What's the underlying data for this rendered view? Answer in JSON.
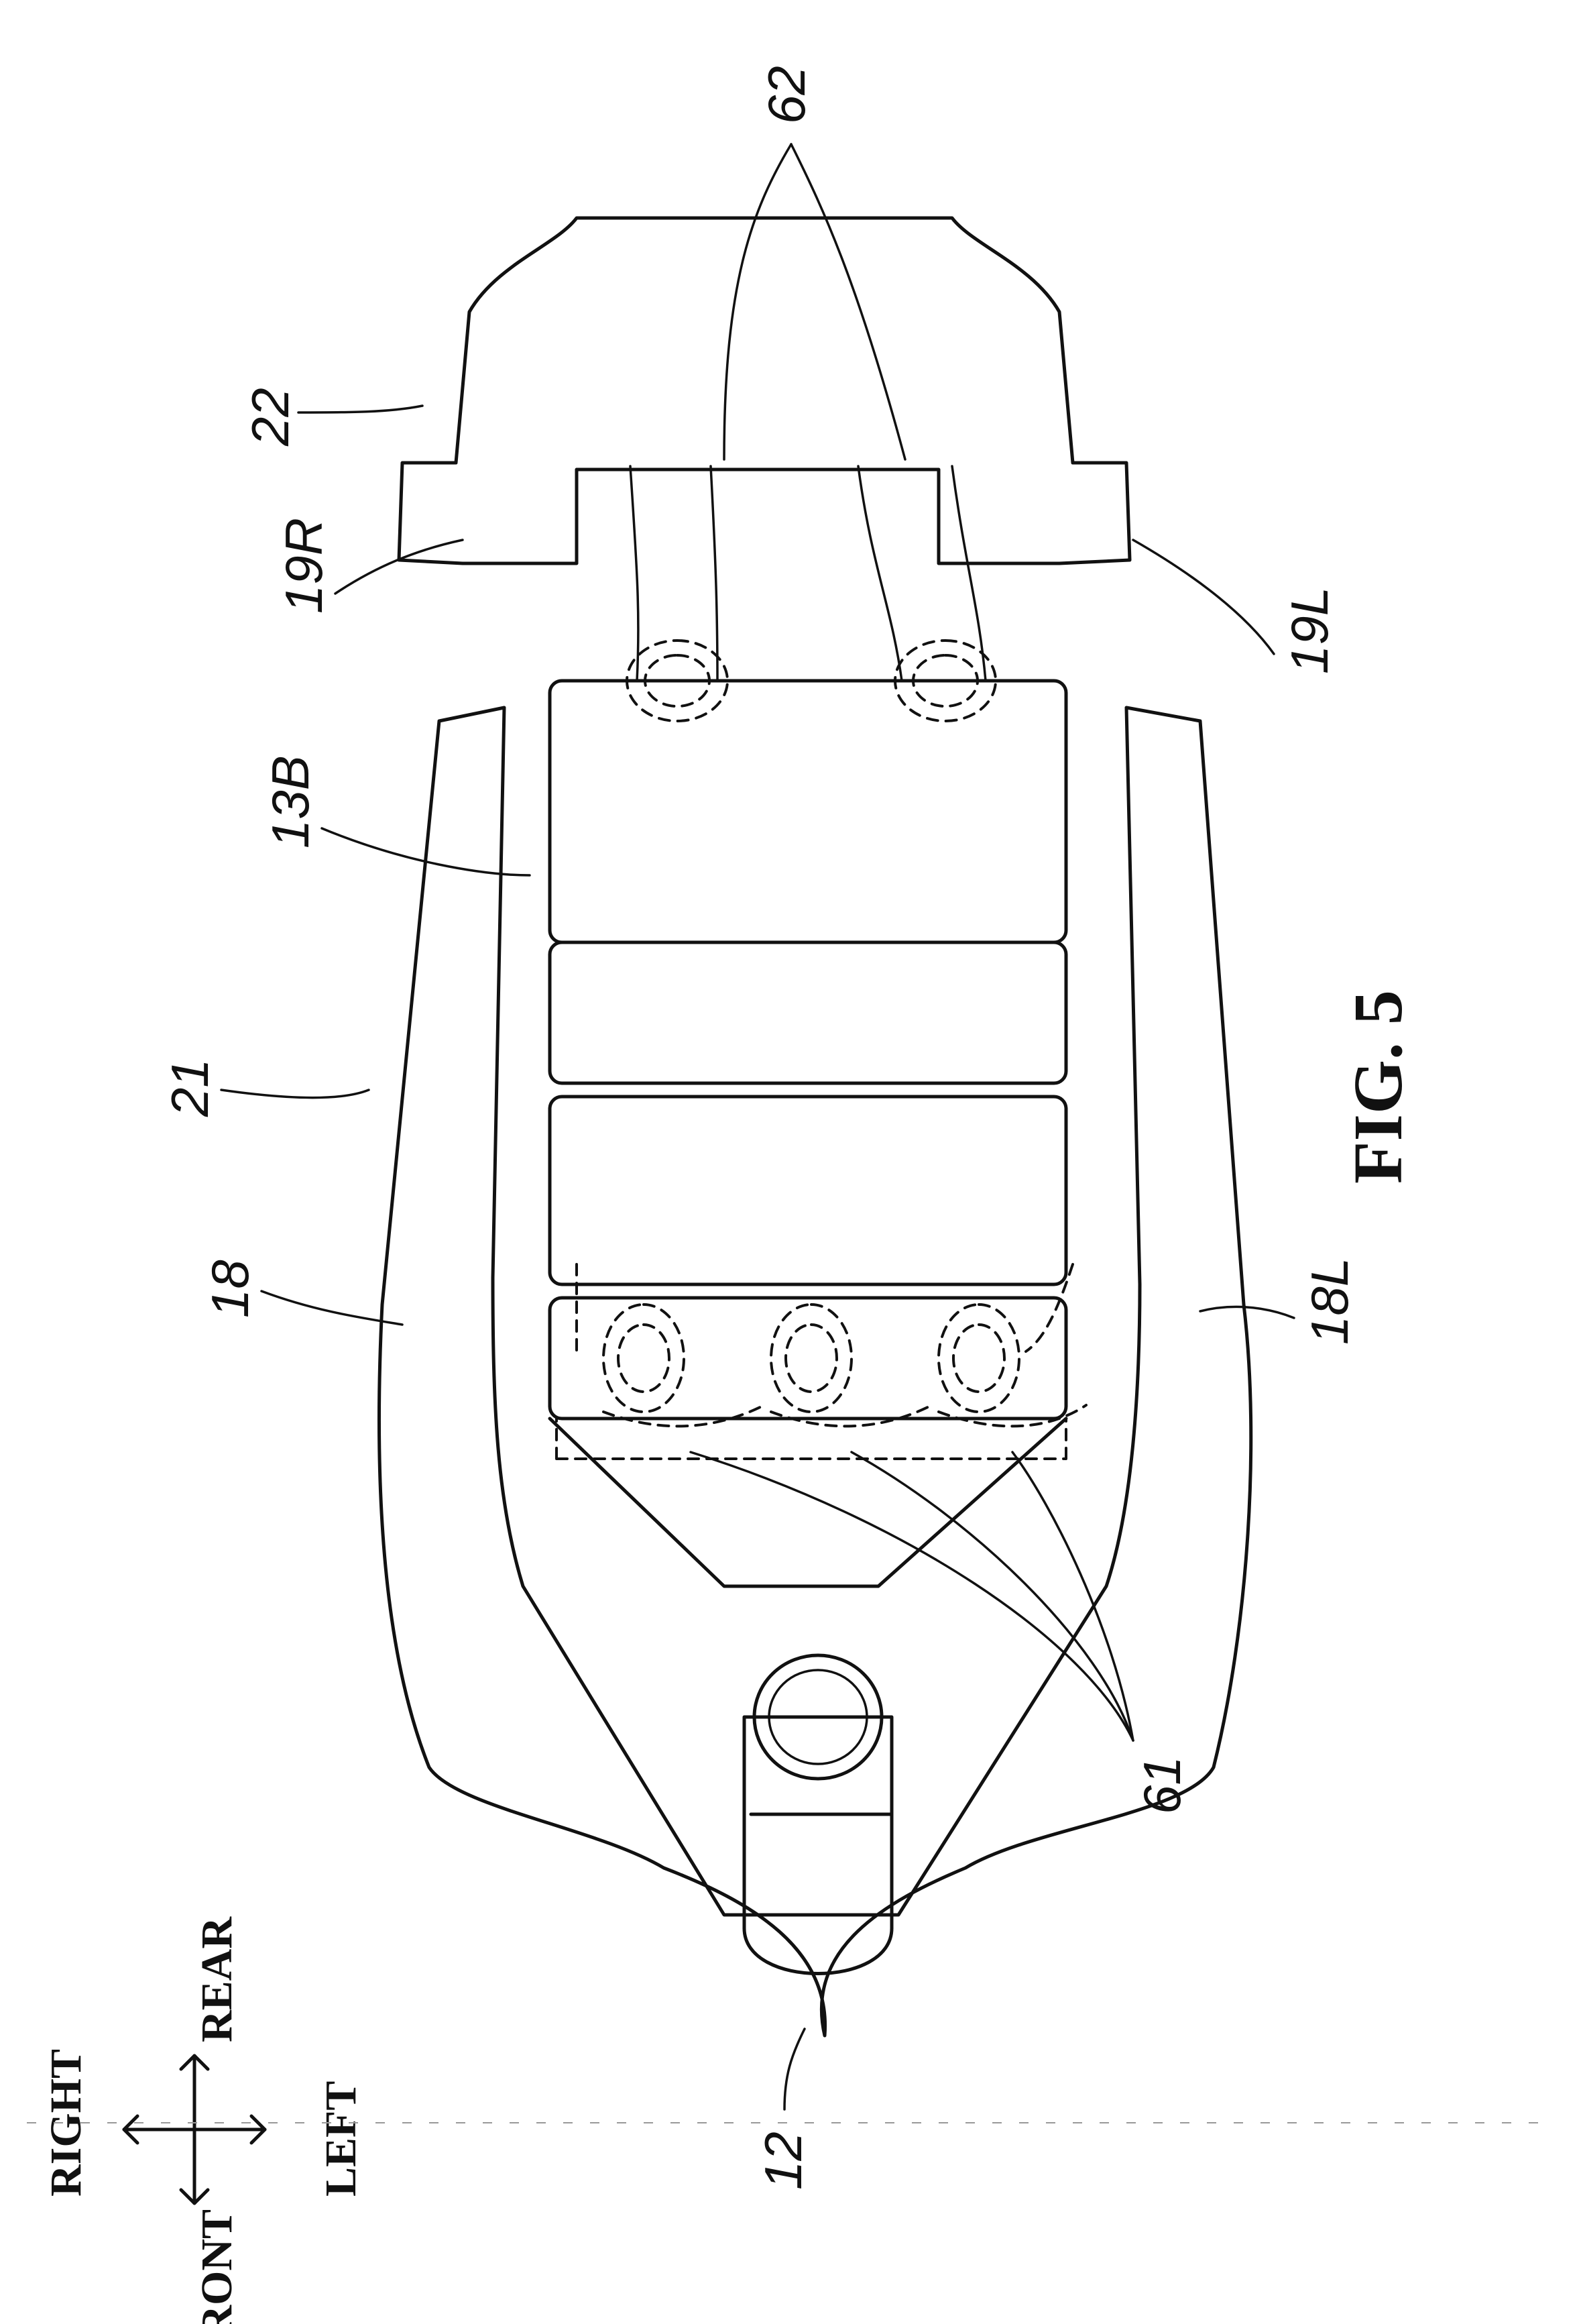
{
  "figure": {
    "caption": "FIG. 5",
    "labels": {
      "ref_12": "12",
      "ref_13b": "13B",
      "ref_18": "18",
      "ref_18l": "18L",
      "ref_19r": "19R",
      "ref_19l": "19L",
      "ref_21": "21",
      "ref_22": "22",
      "ref_61": "61",
      "ref_62": "62"
    },
    "directions": {
      "right": "RIGHT",
      "left": "LEFT",
      "rear": "REAR",
      "front": "FRONT"
    }
  }
}
